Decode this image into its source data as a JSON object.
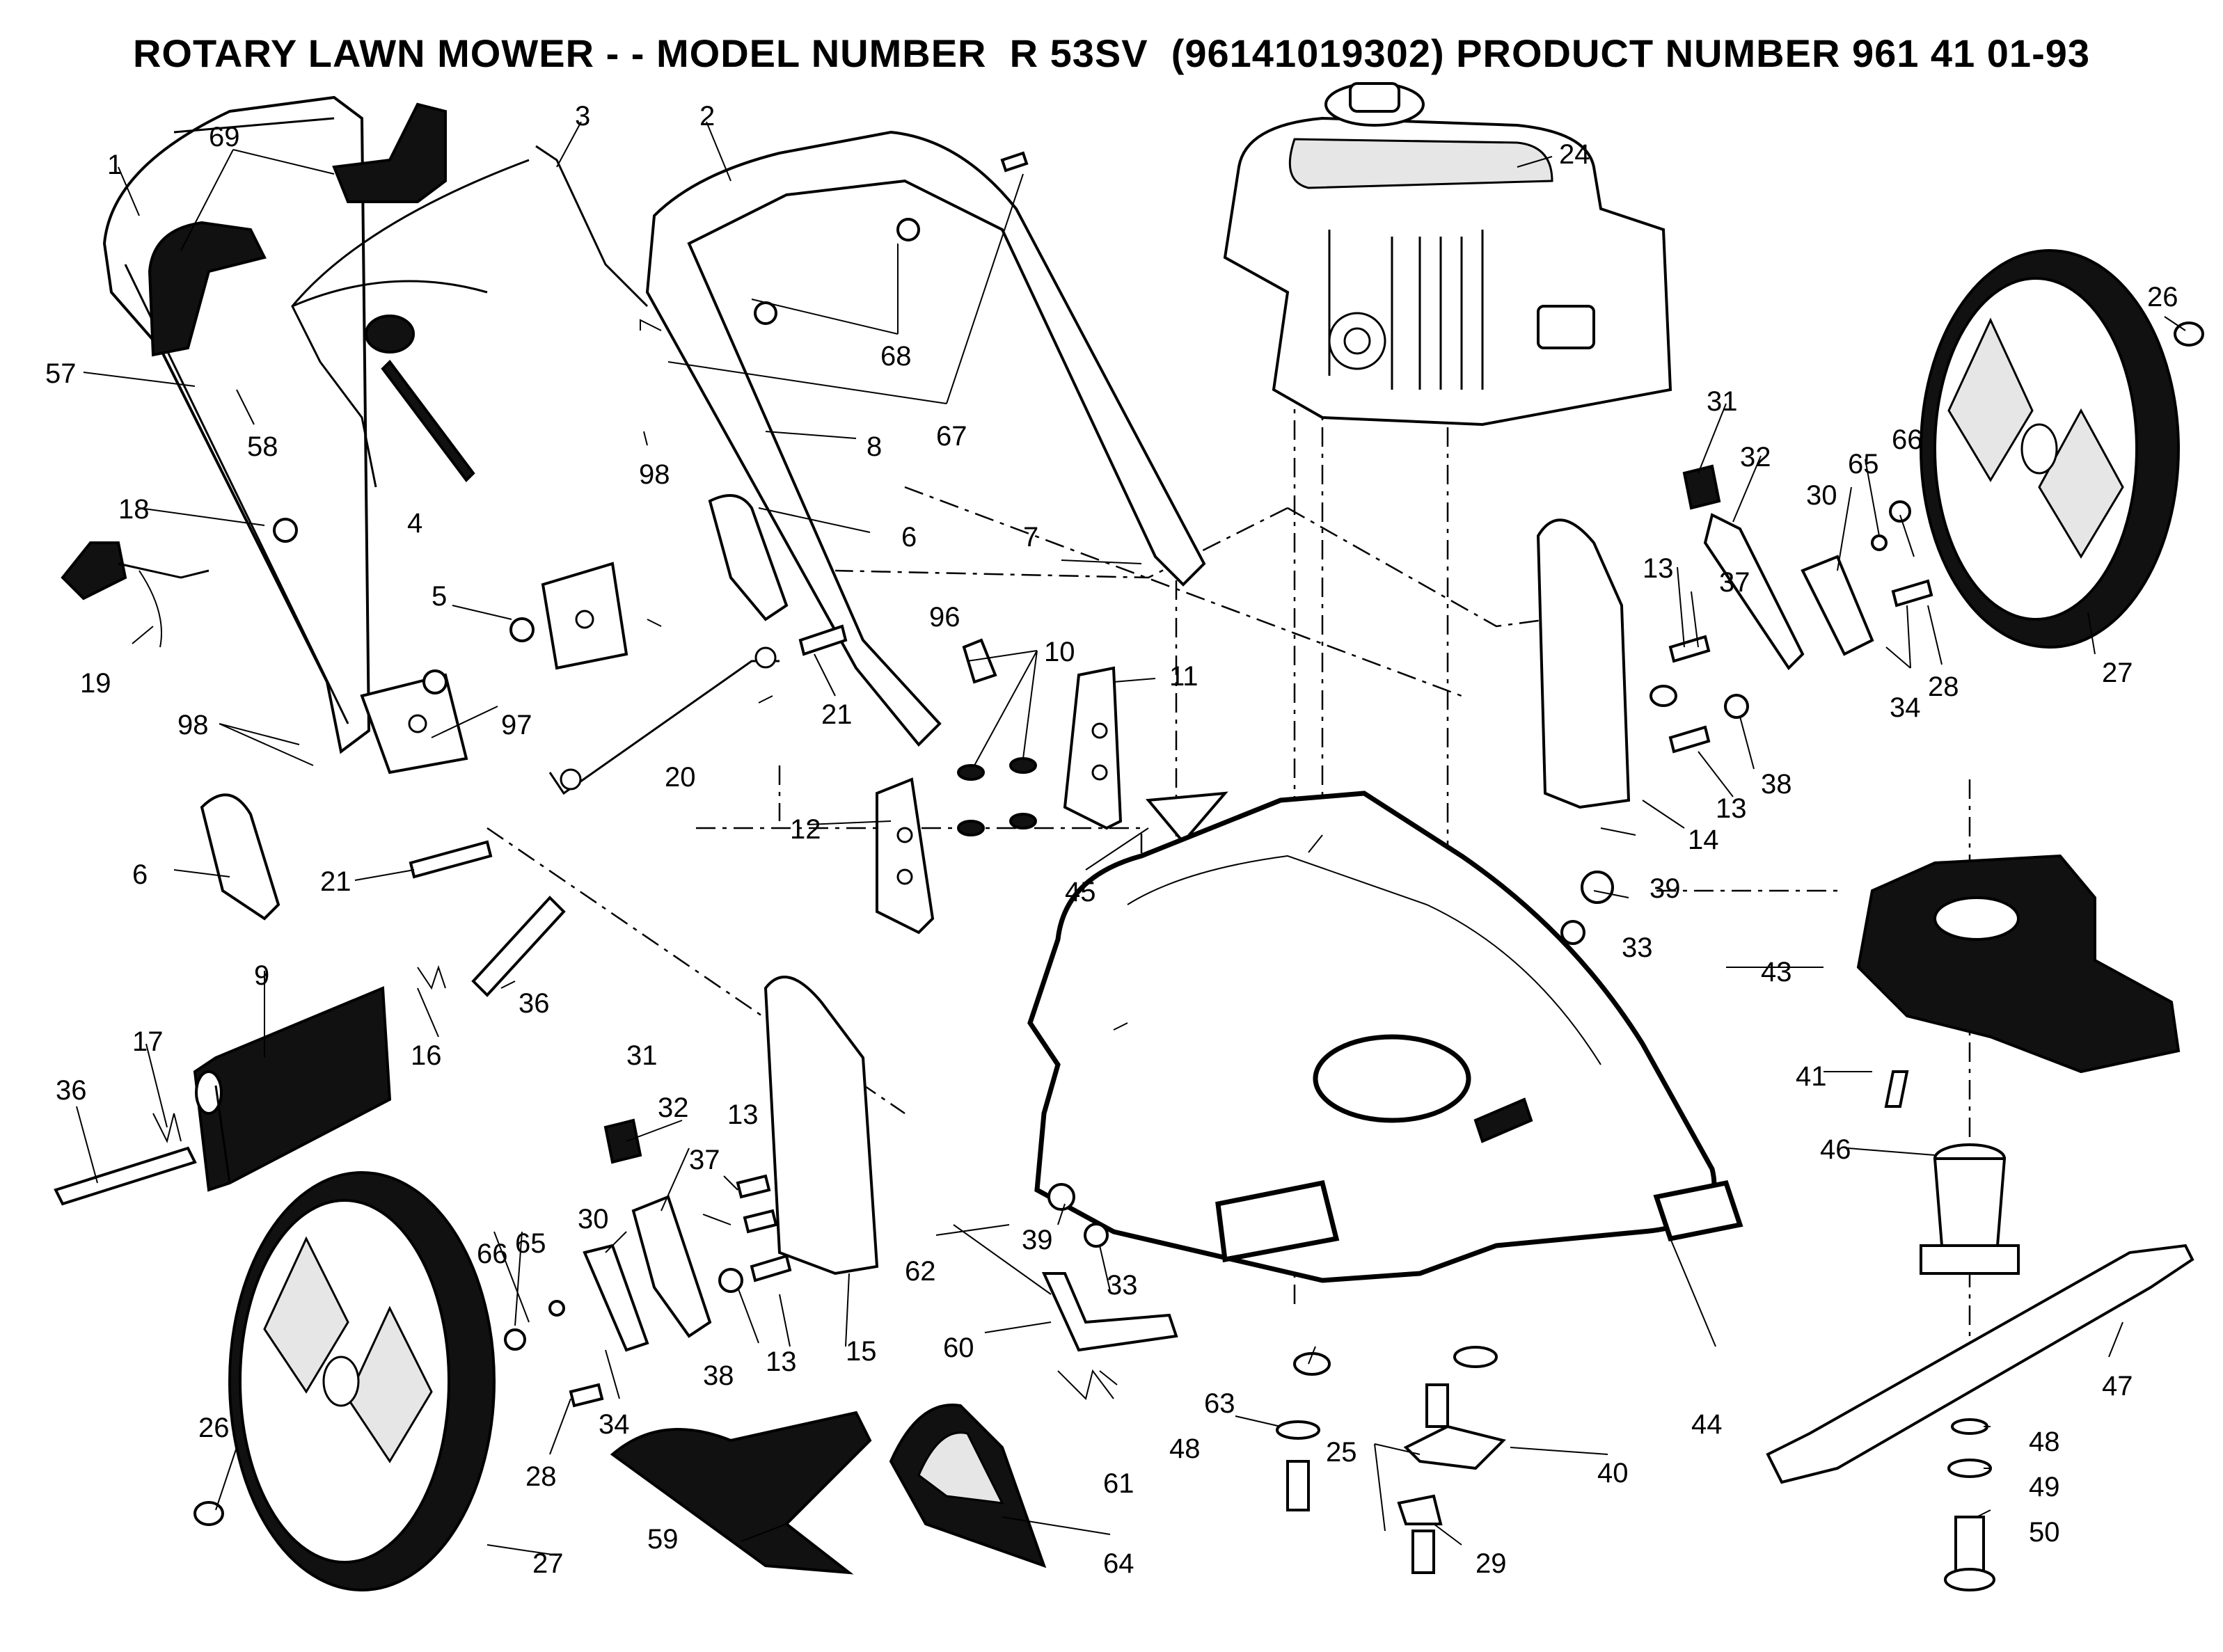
{
  "title": "ROTARY LAWN MOWER - - MODEL NUMBER  R 53SV  (96141019302) PRODUCT NUMBER 961 41 01-93",
  "parts": {
    "p1": "1",
    "p2": "2",
    "p3": "3",
    "p4": "4",
    "p5": "5",
    "p6a": "6",
    "p6b": "6",
    "p7": "7",
    "p8": "8",
    "p9": "9",
    "p10": "10",
    "p11": "11",
    "p12": "12",
    "p13a": "13",
    "p13b": "13",
    "p13c": "13",
    "p13d": "13",
    "p14": "14",
    "p15": "15",
    "p16": "16",
    "p17": "17",
    "p18": "18",
    "p19": "19",
    "p20": "20",
    "p21a": "21",
    "p21b": "21",
    "p24": "24",
    "p25": "25",
    "p26a": "26",
    "p26b": "26",
    "p27a": "27",
    "p27b": "27",
    "p28a": "28",
    "p28b": "28",
    "p29": "29",
    "p30a": "30",
    "p30b": "30",
    "p31a": "31",
    "p31b": "31",
    "p32a": "32",
    "p32b": "32",
    "p33a": "33",
    "p33b": "33",
    "p34a": "34",
    "p34b": "34",
    "p36a": "36",
    "p36b": "36",
    "p37a": "37",
    "p37b": "37",
    "p38a": "38",
    "p38b": "38",
    "p39a": "39",
    "p39b": "39",
    "p40": "40",
    "p41": "41",
    "p43": "43",
    "p44": "44",
    "p45": "45",
    "p46": "46",
    "p47": "47",
    "p48a": "48",
    "p48b": "48",
    "p49": "49",
    "p50": "50",
    "p57": "57",
    "p58": "58",
    "p59": "59",
    "p60": "60",
    "p61": "61",
    "p62": "62",
    "p63": "63",
    "p64": "64",
    "p65a": "65",
    "p65b": "65",
    "p66a": "66",
    "p66b": "66",
    "p67": "67",
    "p68": "68",
    "p69": "69",
    "p96": "96",
    "p97": "97",
    "p98a": "98",
    "p98b": "98"
  }
}
